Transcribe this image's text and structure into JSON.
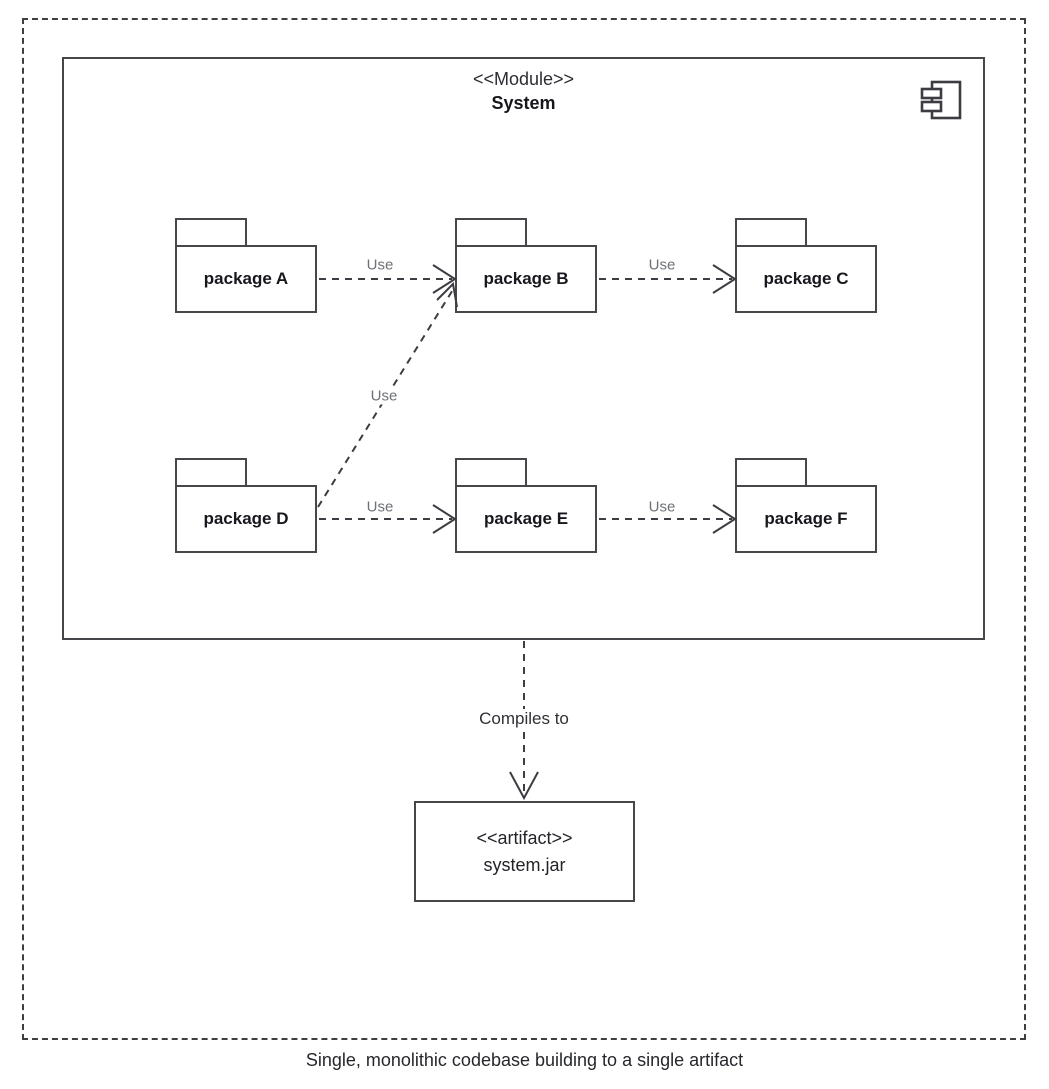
{
  "diagram": {
    "type": "uml-component-diagram",
    "module": {
      "stereotype": "<<Module>>",
      "name": "System",
      "icon": "component-icon"
    },
    "packages": [
      {
        "id": "a",
        "label": "package A"
      },
      {
        "id": "b",
        "label": "package B"
      },
      {
        "id": "c",
        "label": "package C"
      },
      {
        "id": "d",
        "label": "package D"
      },
      {
        "id": "e",
        "label": "package E"
      },
      {
        "id": "f",
        "label": "package F"
      }
    ],
    "dependencies": [
      {
        "from": "package A",
        "to": "package B",
        "label": "Use"
      },
      {
        "from": "package B",
        "to": "package C",
        "label": "Use"
      },
      {
        "from": "package D",
        "to": "package E",
        "label": "Use"
      },
      {
        "from": "package E",
        "to": "package F",
        "label": "Use"
      },
      {
        "from": "package D",
        "to": "package B",
        "label": "Use"
      }
    ],
    "compiles": {
      "label": "Compiles to",
      "target_stereotype": "<<artifact>>",
      "target_name": "system.jar"
    },
    "caption": "Single, monolithic codebase building to a single artifact",
    "colors": {
      "stroke": "#45474b",
      "boundary": "#3f3f43",
      "label_gray": "#6e7176",
      "text": "#16181d",
      "background": "#ffffff"
    }
  }
}
